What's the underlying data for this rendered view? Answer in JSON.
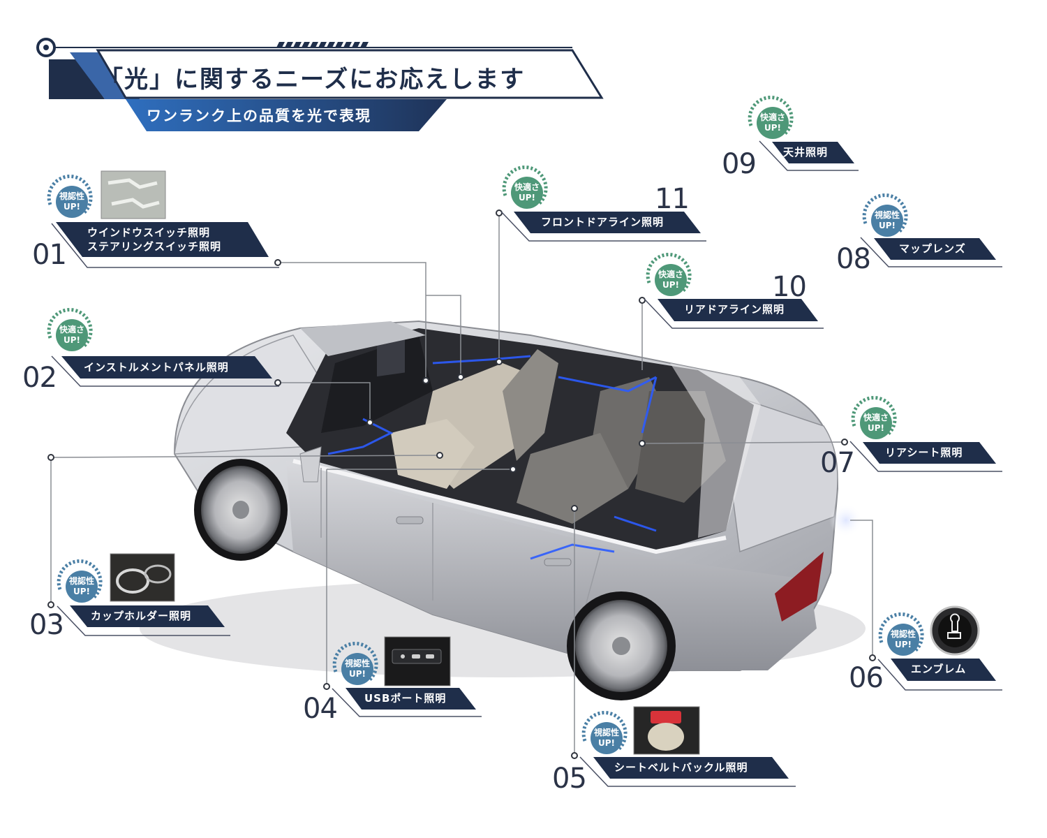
{
  "header": {
    "title": "「光」に関するニーズにお応えします",
    "subtitle": "ワンランク上の品質を光で表現"
  },
  "badges": {
    "visibility": {
      "line1": "視認性",
      "line2": "UP!"
    },
    "comfort": {
      "line1": "快適さ",
      "line2": "UP!"
    }
  },
  "colors": {
    "navy": "#1f2e4a",
    "blue_accent": "#2f6fbf",
    "visibility_badge": "#4a7fa5",
    "comfort_badge": "#4e9878",
    "led_blue": "#2c5cff"
  },
  "callouts": [
    {
      "id": "01",
      "label": "ウインドウスイッチ照明",
      "label2": "ステアリングスイッチ照明",
      "badge": "visibility",
      "thumb": "switch-parts"
    },
    {
      "id": "02",
      "label": "インストルメントパネル照明",
      "badge": "comfort"
    },
    {
      "id": "03",
      "label": "カップホルダー照明",
      "badge": "visibility",
      "thumb": "cup-holder"
    },
    {
      "id": "04",
      "label": "USBポート照明",
      "badge": "visibility",
      "thumb": "usb-port"
    },
    {
      "id": "05",
      "label": "シートベルトバックル照明",
      "badge": "visibility",
      "thumb": "seatbelt-buckle"
    },
    {
      "id": "06",
      "label": "エンブレム",
      "badge": "visibility",
      "thumb": "emblem"
    },
    {
      "id": "07",
      "label": "リアシート照明",
      "badge": "comfort"
    },
    {
      "id": "08",
      "label": "マップレンズ",
      "badge": "visibility"
    },
    {
      "id": "09",
      "label": "天井照明",
      "badge": "comfort"
    },
    {
      "id": "10",
      "label": "リアドアライン照明",
      "badge": "comfort"
    },
    {
      "id": "11",
      "label": "フロントドアライン照明",
      "badge": "comfort"
    }
  ]
}
